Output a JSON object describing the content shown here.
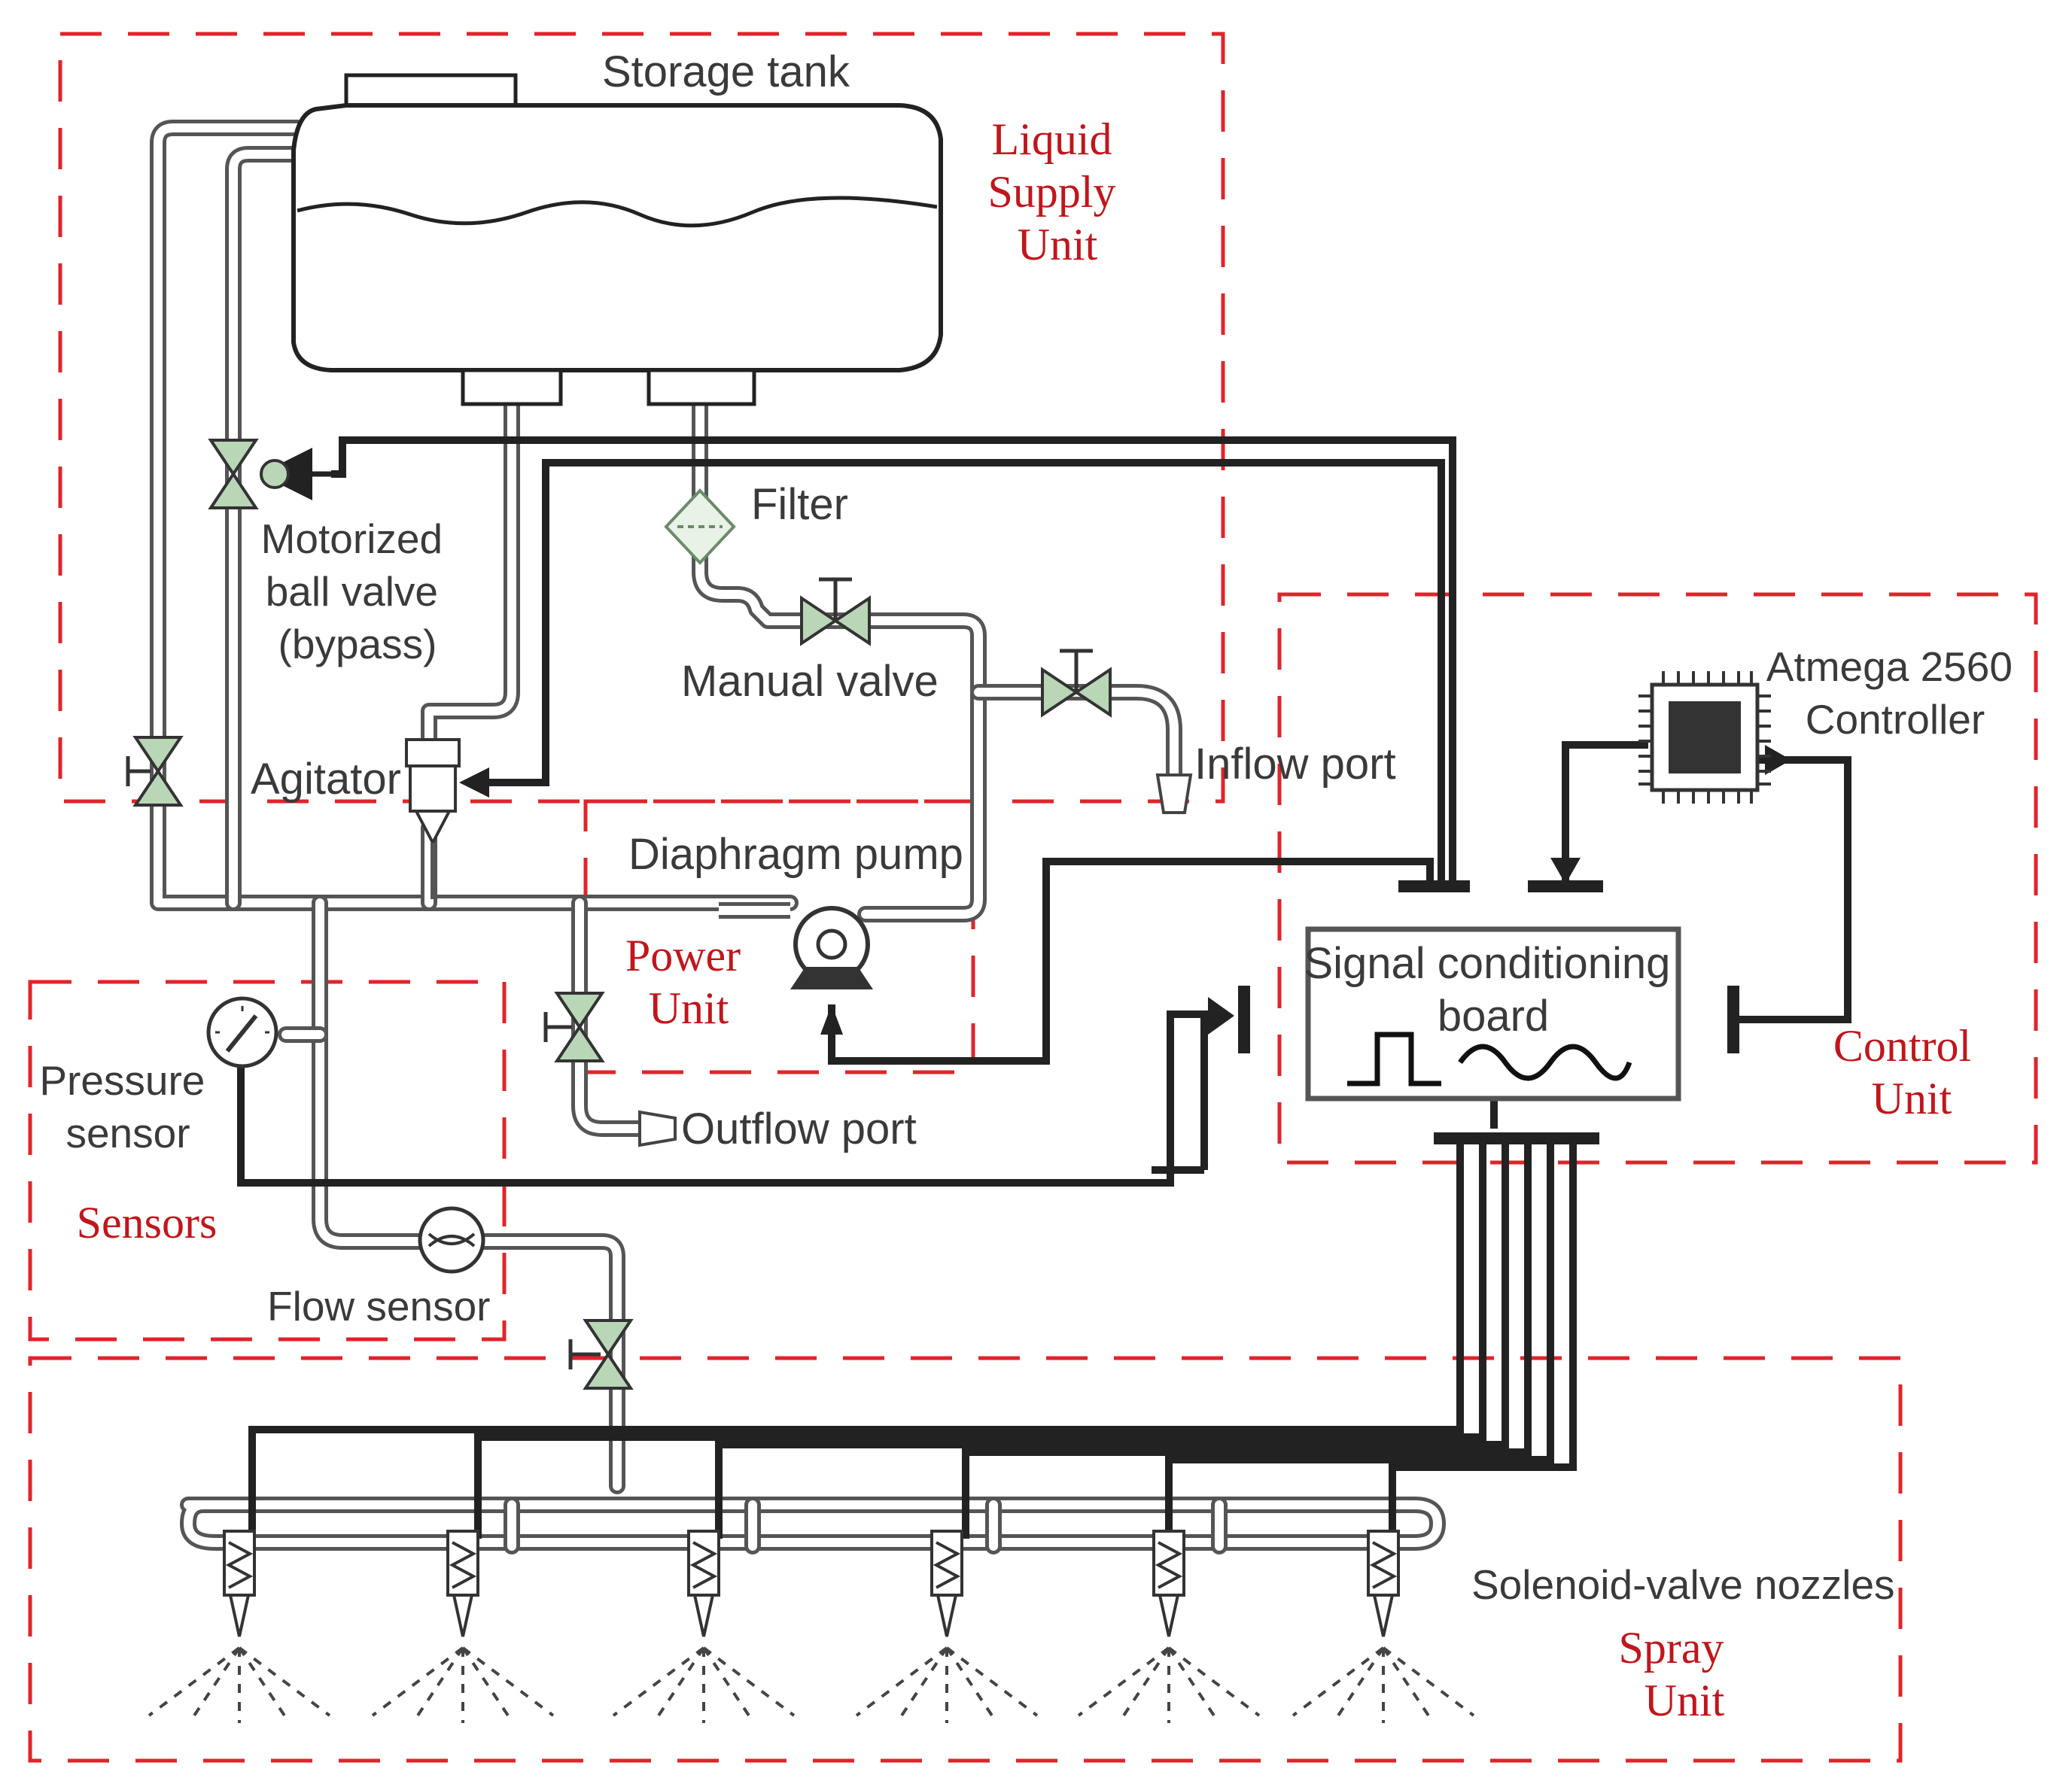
{
  "colors": {
    "unit_border": "#e0242b",
    "unit_text": "#c0161c",
    "valve_fill": "#b9d6b7",
    "pipe": "#555555",
    "wire": "#222222",
    "chip": "#333333"
  },
  "components": {
    "storage_tank": "Storage tank",
    "motorized_ball_valve": [
      "Motorized",
      "ball valve",
      "(bypass)"
    ],
    "filter": "Filter",
    "manual_valve": "Manual valve",
    "agitator": "Agitator",
    "inflow_port": "Inflow port",
    "diaphragm_pump": "Diaphragm pump",
    "outflow_port": "Outflow port",
    "pressure_sensor": [
      "Pressure",
      "sensor"
    ],
    "flow_sensor": "Flow sensor",
    "controller": [
      "Atmega 2560",
      "Controller"
    ],
    "signal_board": [
      "Signal conditioning",
      "board"
    ],
    "nozzles": "Solenoid-valve nozzles"
  },
  "units": {
    "liquid_supply": [
      "Liquid",
      "Supply",
      "Unit"
    ],
    "power": [
      "Power",
      "Unit"
    ],
    "control": [
      "Control",
      "Unit"
    ],
    "sensors": "Sensors",
    "spray": [
      "Spray",
      "Unit"
    ]
  },
  "icons": {
    "valve": "gate-valve-icon",
    "pump": "diaphragm-pump-icon",
    "gauge": "pressure-gauge-icon",
    "chip": "microcontroller-chip-icon",
    "nozzle": "nozzle-icon",
    "square_wave": "square-wave-icon",
    "sine_wave": "sine-wave-icon"
  }
}
